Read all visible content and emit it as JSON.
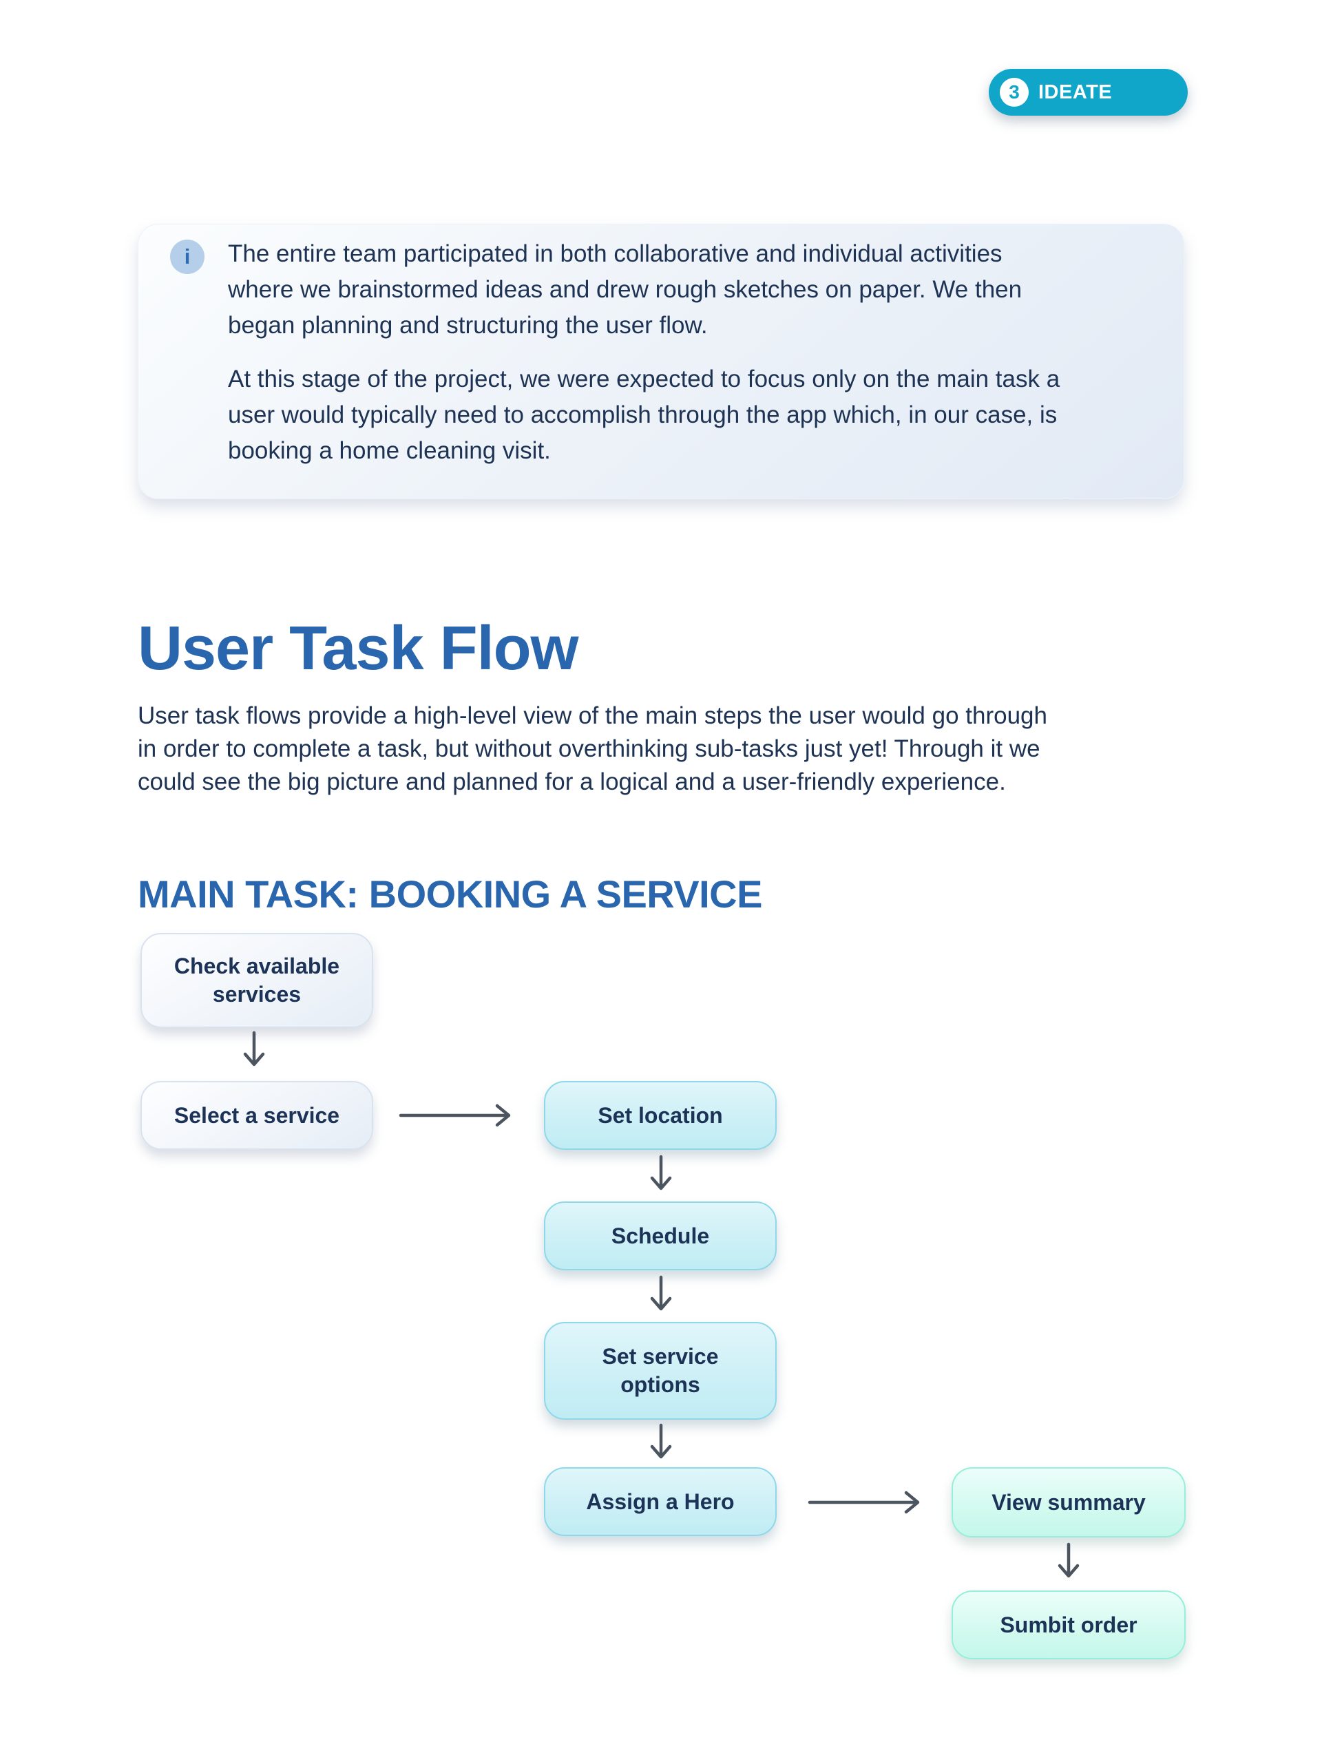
{
  "badge": {
    "number": "3",
    "label": "IDEATE",
    "color": "#10a6c9"
  },
  "info_card": {
    "icon_glyph": "i",
    "paragraph_1": "The entire team participated in both collaborative and individual activities\nwhere we brainstormed ideas and drew rough sketches on paper. We then\nbegan planning and structuring the user flow.",
    "paragraph_2": "At this stage of the project, we were expected to focus only on the main task a\nuser would typically need to accomplish through the app which, in our case, is\nbooking a home cleaning visit."
  },
  "page": {
    "title": "User Task Flow",
    "intro": "User task flows provide a high-level view of the main steps the user would go through\nin order to complete a task, but without overthinking sub-tasks just yet! Through it we\ncould see the big picture and planned for a logical and a user-friendly experience.",
    "section_title": "MAIN TASK: BOOKING A SERVICE"
  },
  "flow": {
    "nodes": [
      {
        "label": "Check available\nservices",
        "variant": "neutral"
      },
      {
        "label": "Select a service",
        "variant": "neutral"
      },
      {
        "label": "Set location",
        "variant": "cyan"
      },
      {
        "label": "Schedule",
        "variant": "cyan"
      },
      {
        "label": "Set service\noptions",
        "variant": "cyan"
      },
      {
        "label": "Assign a Hero",
        "variant": "cyan"
      },
      {
        "label": "View summary",
        "variant": "mint"
      },
      {
        "label": "Sumbit order",
        "variant": "mint"
      }
    ]
  },
  "colors": {
    "heading_blue": "#2a66ae",
    "body_navy": "#1e3354",
    "neutral_node_border": "#d9e3ef",
    "cyan_node_border": "#8ed8e9",
    "mint_node_border": "#96efda",
    "arrow_gray": "#4b545f",
    "info_icon_bg": "#b5cee9",
    "info_icon_glyph": "#2d6bb4"
  }
}
